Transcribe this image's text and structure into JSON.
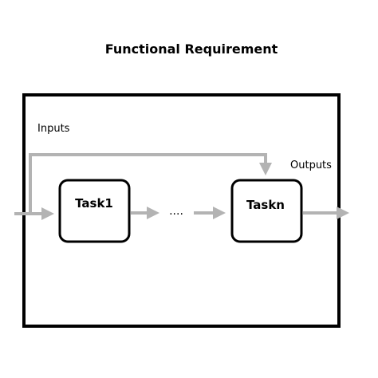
{
  "title": "Functional Requirement",
  "labels": {
    "inputs": "Inputs",
    "outputs": "Outputs",
    "ellipsis": "...."
  },
  "tasks": [
    {
      "label": "Task1"
    },
    {
      "label": "Taskn"
    }
  ],
  "colors": {
    "arrow": "#b3b3b3",
    "border": "#000000",
    "background": "#ffffff"
  }
}
